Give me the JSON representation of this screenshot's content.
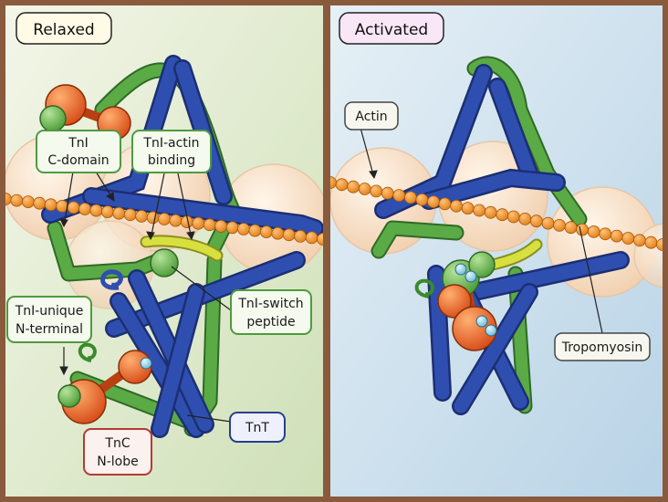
{
  "panels": {
    "left": {
      "title": "Relaxed"
    },
    "right": {
      "title": "Activated"
    }
  },
  "labels": {
    "tni_c_domain": [
      "TnI",
      "C-domain"
    ],
    "tni_actin_binding": [
      "TnI-actin",
      "binding"
    ],
    "tni_unique": [
      "TnI-unique",
      "N-terminal"
    ],
    "tni_switch": [
      "TnI-switch",
      "peptide"
    ],
    "tnc_nlobe": [
      "TnC",
      "N-lobe"
    ],
    "tnt": "TnT",
    "actin": "Actin",
    "tropomyosin": "Tropomyosin"
  },
  "colors": {
    "relaxed_bg": "#dfead0",
    "activated_bg": "#cfe2ec",
    "frame": "#8a5a3c",
    "tnt_blue": "#2f4fb0",
    "tni_green": "#5aaa46",
    "switch_yellow": "#d8e040",
    "tnc_orange": "#e8622a",
    "actin_peach": "#f6dcc0",
    "tropomyosin_orange": "#f08a1c",
    "calcium": "#7fcbe8",
    "box_green": "#4f9a3e",
    "box_pink": "#c784b6",
    "box_navy": "#2a3f8c",
    "box_red": "#b43a34"
  }
}
